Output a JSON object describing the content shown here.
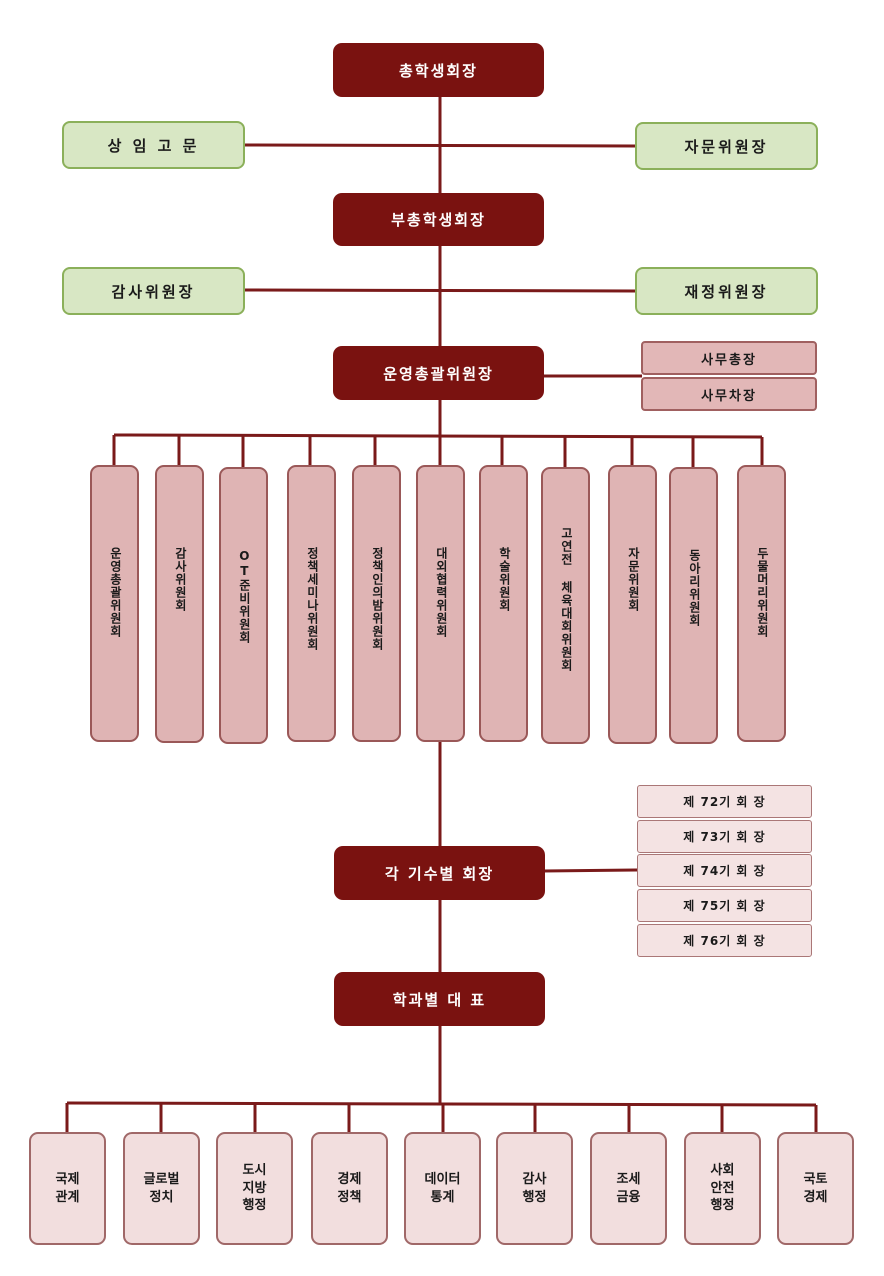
{
  "top": {
    "president": "총학생회장",
    "advisor_left": "상 임 고 문",
    "advisor_right": "자문위원장",
    "vice_president": "부총학생회장",
    "audit_chair": "감사위원장",
    "finance_chair": "재정위원장",
    "ops_chair": "운영총괄위원장",
    "secretary_general": "사무총장",
    "deputy_secretary": "사무차장"
  },
  "committees": [
    "운영총괄위원회",
    "감사위원회",
    "OT준비위원회",
    "정책세미나위원회",
    "정책인의밤위원회",
    "대외협력위원회",
    "학술위원회",
    "고연전 체육대회위원회",
    "자문위원회",
    "동아리위원회",
    "두물머리위원회"
  ],
  "cohort": {
    "label": "각 기수별 회장",
    "presidents": [
      "제 72기  회 장",
      "제 73기  회 장",
      "제 74기  회 장",
      "제 75기  회 장",
      "제 76기  회 장"
    ]
  },
  "departments": {
    "label": "학과별 대 표",
    "items": [
      "국제\n관계",
      "글로벌\n정치",
      "도시\n지방\n행정",
      "경제\n정책",
      "데이터\n통계",
      "감사\n행정",
      "조세\n금융",
      "사회\n안전\n행정",
      "국토\n경제"
    ]
  },
  "colors": {
    "dark": "#7a1210",
    "green_fill": "#d8e7c4",
    "pink_fill": "#e2b7b7",
    "line": "#7a1210"
  }
}
